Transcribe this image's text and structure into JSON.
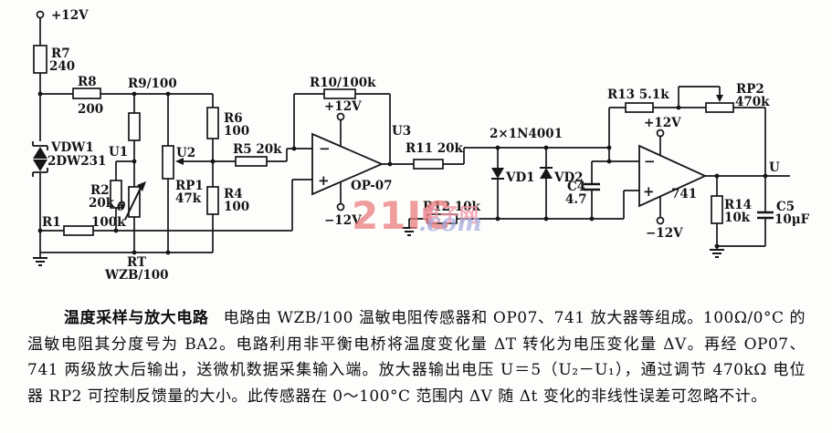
{
  "watermark": {
    "part1": "21IC",
    "part2": "电子网",
    "part3": ".com"
  },
  "schematic": {
    "labels": {
      "supply": "+12V",
      "r7_name": "R7",
      "r7_value": "240",
      "r8_name": "R8",
      "r8_value": "200",
      "r9_name": "R9/100",
      "vdw1_name": "VDW1",
      "vdw1_model": "2DW231",
      "u1": "U1",
      "u2": "U2",
      "u3": "U3",
      "r1_name": "R1",
      "r1_value": "100k",
      "r2_name": "R2",
      "r2_value": "20k",
      "rp1_name": "RP1",
      "rp1_value": "47k",
      "rt_theta": "θ",
      "rt_name": "RT",
      "rt_model": "WZB/100",
      "r6_name": "R6",
      "r6_value": "100",
      "r4_name": "R4",
      "r4_value": "100",
      "r5_name": "R5 20k",
      "r10_name": "R10/100k",
      "op07_vplus": "+12V",
      "op07_vminus": "−12V",
      "op07_name": "OP-07",
      "r11_name": "R11 20k",
      "r12_name": "R12 10k",
      "diode_pair": "2×1N4001",
      "vd1_name": "VD1",
      "vd2_name": "VD2",
      "c4_name": "C4",
      "c4_value": "4.7",
      "r13_name": "R13 5.1k",
      "a741_vplus": "+12V",
      "a741_vminus": "−12V",
      "a741_name": "741",
      "rp2_name": "RP2",
      "rp2_value": "470k",
      "u_out": "U",
      "r14_name": "R14",
      "r14_value": "10k",
      "c5_name": "C5",
      "c5_value": "10μF",
      "minus": "−",
      "plus": "+"
    }
  },
  "description": {
    "title": "温度采样与放大电路",
    "line1": "电路由 WZB/100 温敏电阻传感器和 OP07、741 放大器等组成。100Ω/0°C 的",
    "line2": "温敏电阻其分度号为 BA2。电路利用非平衡电桥将温度变化量 ΔT 转化为电压变化量 ΔV。再经 OP07、",
    "line3": "741 两级放大后输出，送微机数据采集输入端。放大器输出电压 U＝5（U₂－U₁），通过调节 470kΩ 电位",
    "line4": "器 RP2 可控制反馈量的大小。此传感器在 0～100°C 范围内 ΔV 随 Δt 变化的非线性误差可忽略不计。"
  }
}
